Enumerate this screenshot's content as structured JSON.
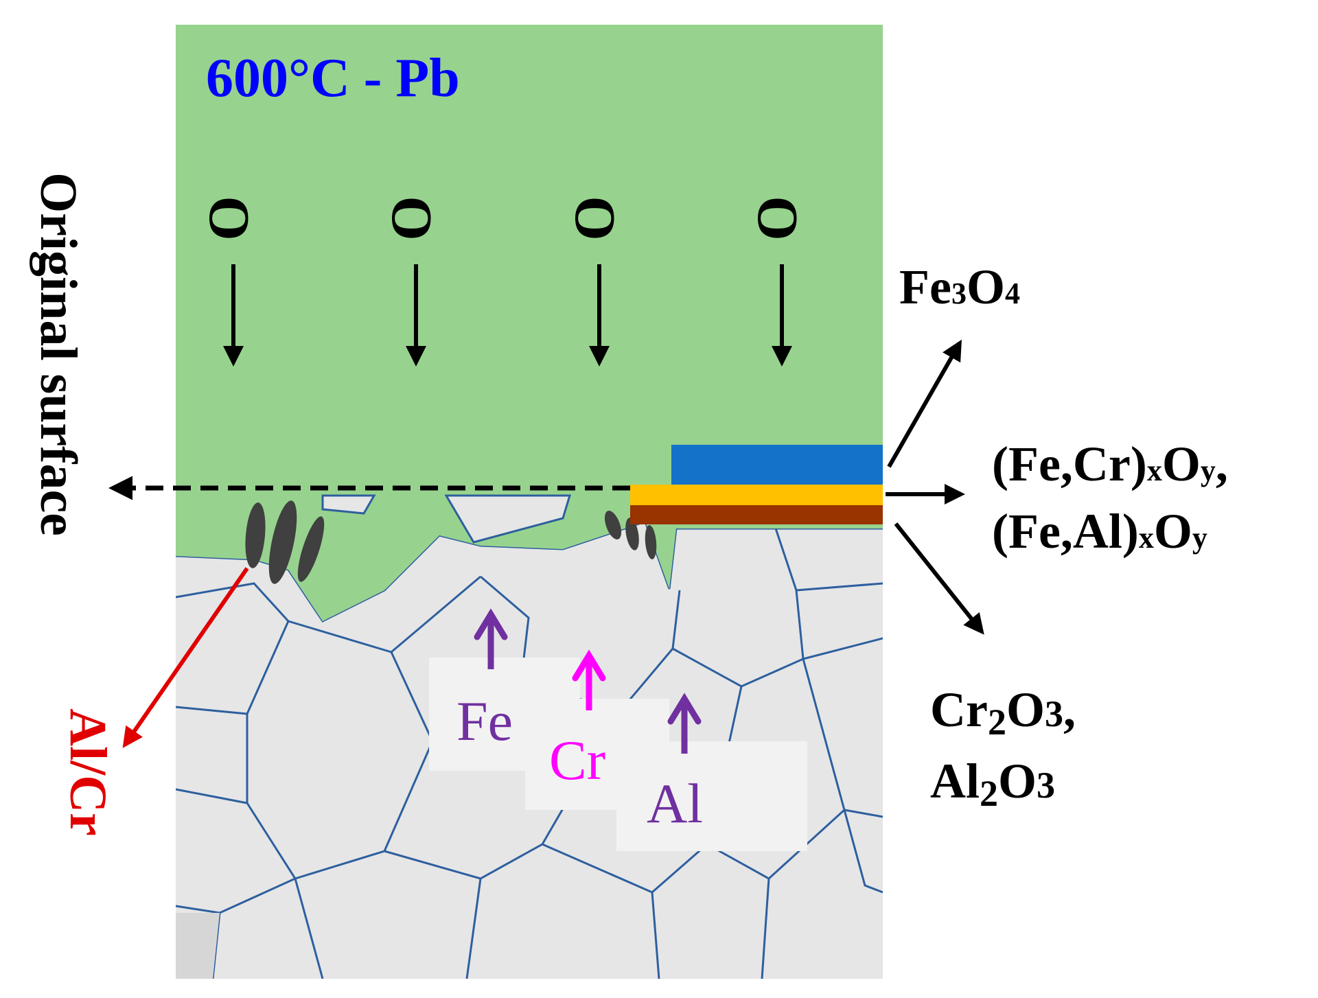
{
  "condition": {
    "title": "600°C - Pb"
  },
  "oxygen_labels": [
    "O",
    "O",
    "O",
    "O"
  ],
  "side_label": "Original surface",
  "alcr_label": "Al/Cr",
  "elements": [
    {
      "symbol": "Fe",
      "color": "#7030a0"
    },
    {
      "symbol": "Cr",
      "color": "#ff00ff"
    },
    {
      "symbol": "Al",
      "color": "#7030a0"
    }
  ],
  "oxides": {
    "top": {
      "main": "Fe",
      "sub1": "3",
      "main2": "O",
      "sub2": "4"
    },
    "middle_line1": {
      "a": "(Fe,Cr)",
      "sub1": "x",
      "b": "O",
      "sub2": "y",
      "tail": ","
    },
    "middle_line2": {
      "a": "(Fe,Al)",
      "sub1": "x",
      "b": "O",
      "sub2": "y"
    },
    "bottom_line1": {
      "a": "Cr",
      "sub1": "2",
      "b": "O",
      "sub2": "3",
      "tail": ","
    },
    "bottom_line2": {
      "a": "Al",
      "sub1": "2",
      "b": "O",
      "sub2": "3"
    }
  },
  "colors": {
    "lead": "#97d38e",
    "grain_fill": "#e6e6e7",
    "grain_boundary": "#2d5f9e",
    "layer_outer": "#1472c8",
    "layer_middle": "#ffc000",
    "layer_inner": "#993300",
    "title": "#0000ff",
    "alcr": "#e00000",
    "particles": "#404040"
  }
}
